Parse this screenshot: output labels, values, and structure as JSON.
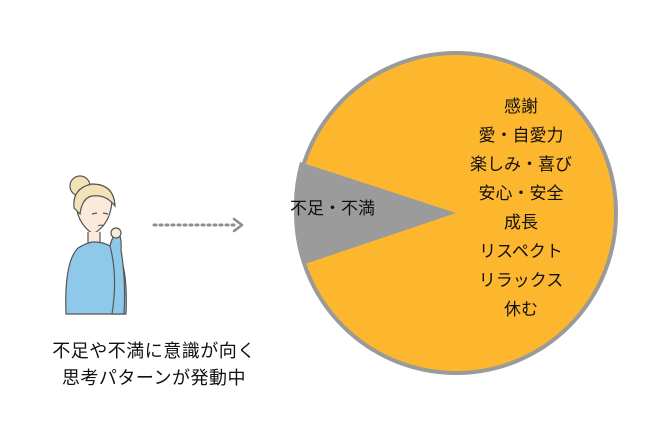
{
  "caption": {
    "line1": "不足や不満に意識が向く",
    "line2": "思考パターンが発動中"
  },
  "pie": {
    "cut_label": "不足・不満",
    "items": [
      "感謝",
      "愛・自愛力",
      "楽しみ・喜び",
      "安心・安全",
      "成長",
      "リスペクト",
      "リラックス",
      "休む"
    ],
    "colors": {
      "main": "#FDB72F",
      "cut": "#9B9B9B",
      "border": "#9A9A9A"
    }
  },
  "arrow": {
    "color": "#8E8E8E"
  }
}
